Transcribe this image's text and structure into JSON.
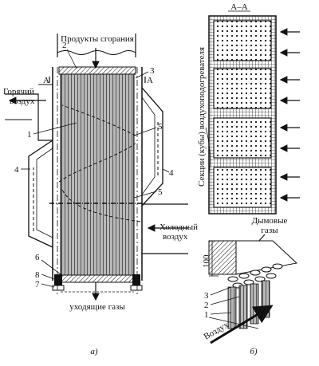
{
  "left_panel": {
    "top_label": "Продукты сгорания",
    "hot_air_label_line1": "Горячий",
    "hot_air_label_line2": "воздух",
    "cold_air_label_line1": "Холодный",
    "cold_air_label_line2": "воздух",
    "exhaust_label": "уходящие газы",
    "section_mark_left": "A",
    "section_mark_right": "A",
    "callouts": [
      "1",
      "2",
      "3",
      "4",
      "4",
      "5",
      "5",
      "6",
      "7",
      "8"
    ],
    "caption": "а)"
  },
  "right_panel": {
    "section_title": "A–A",
    "vertical_label": "Секции (кубы) воздухоподогревателя",
    "flue_gas_line1": "Дымовые",
    "flue_gas_line2": "газы",
    "dimension": "100",
    "detail_callouts": [
      "3",
      "2",
      "1"
    ],
    "air_label": "Воздух",
    "caption": "б)"
  }
}
